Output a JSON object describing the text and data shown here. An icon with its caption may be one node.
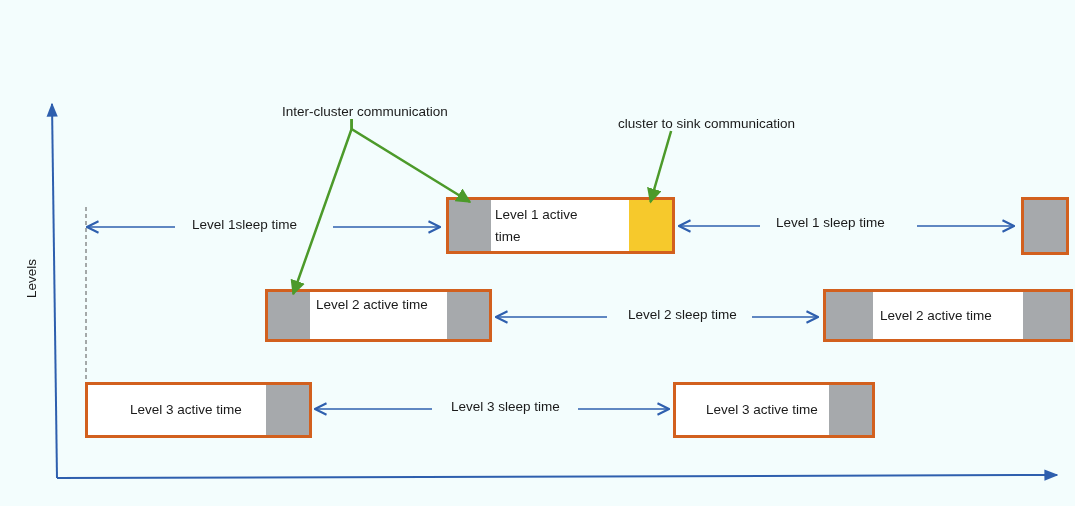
{
  "diagram": {
    "nodes": [
      {
        "text": [
          "Inter-cluster communication"
        ]
      },
      {
        "text": [
          "cluster to sink communication"
        ]
      },
      {
        "text": [
          "Level 1 active time"
        ]
      },
      {
        "text": [],
        "shape": "box",
        "in": 2
      },
      {
        "text": [],
        "shape": "box",
        "in": 2
      },
      {
        "text": [],
        "shape": "box"
      },
      {
        "text": [
          "Level 2 active time"
        ]
      },
      {
        "text": [],
        "shape": "box",
        "in": 6
      },
      {
        "text": [],
        "shape": "box",
        "in": 6
      },
      {
        "text": [
          "Level 2 active time"
        ]
      },
      {
        "text": [],
        "shape": "box",
        "in": 9
      },
      {
        "text": [],
        "shape": "box",
        "in": 9
      },
      {
        "text": [
          "Level 3 active time"
        ]
      },
      {
        "text": [],
        "shape": "box",
        "in": 12
      },
      {
        "text": [
          "Level 3 active time"
        ]
      },
      {
        "text": [],
        "shape": "box",
        "in": 14
      }
    ],
    "edges": [
      {
        "from": 0,
        "to": 3,
        "arrow": "to"
      },
      {
        "from": 0,
        "to": 7,
        "arrow": "to"
      },
      {
        "from": 1,
        "to": 4,
        "arrow": "to"
      }
    ],
    "labels": [
      "Level 1sleep time",
      "Level 1 sleep time",
      "Levels",
      "Level 2 sleep time",
      "Level 3 sleep time"
    ]
  }
}
